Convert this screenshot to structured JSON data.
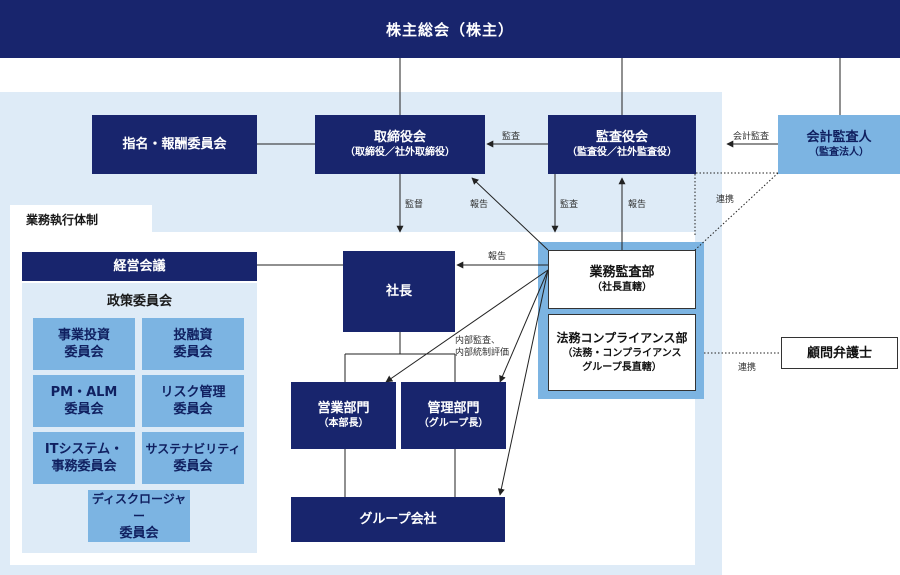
{
  "shareholders_meeting": "株主総会（株主）",
  "nomination_committee": "指名・報酬委員会",
  "board": {
    "title": "取締役会",
    "sub": "（取締役／社外取締役）"
  },
  "audit_board": {
    "title": "監査役会",
    "sub": "（監査役／社外監査役）"
  },
  "accounting_auditor": {
    "title": "会計監査人",
    "sub": "（監査法人）"
  },
  "execution_label": "業務執行体制",
  "management_meeting": "経営会議",
  "policy_committee": {
    "title": "政策委員会",
    "items": [
      [
        "事業投資",
        "委員会"
      ],
      [
        "投融資",
        "委員会"
      ],
      [
        "PM・ALM",
        "委員会"
      ],
      [
        "リスク管理",
        "委員会"
      ],
      [
        "ITシステム・",
        "事務委員会"
      ],
      [
        "サステナビリティ",
        "委員会"
      ],
      [
        "ディスクロージャー",
        "委員会"
      ]
    ]
  },
  "president": "社長",
  "sales_division": {
    "title": "営業部門",
    "sub": "（本部長）"
  },
  "admin_division": {
    "title": "管理部門",
    "sub": "（グループ長）"
  },
  "group_companies": "グループ会社",
  "internal_audit": {
    "title": "業務監査部",
    "sub": "（社長直轄）"
  },
  "compliance": {
    "title": "法務コンプライアンス部",
    "sub1": "（法務・コンプライアンス",
    "sub2": "グループ長直轄）"
  },
  "legal_advisor": "顧問弁護士",
  "labels": {
    "audit_h": "監査",
    "accounting_audit": "会計監査",
    "supervision": "監督",
    "report1": "報告",
    "audit_v": "監査",
    "report2": "報告",
    "report3": "報告",
    "cooperation1": "連携",
    "cooperation2": "連携",
    "internal_audit_line1": "内部監査、",
    "internal_audit_line2": "内部統制評価"
  },
  "colors": {
    "navy": "#18256d",
    "light_panel": "#deebf7",
    "mid_blue": "#7cb4e2"
  }
}
